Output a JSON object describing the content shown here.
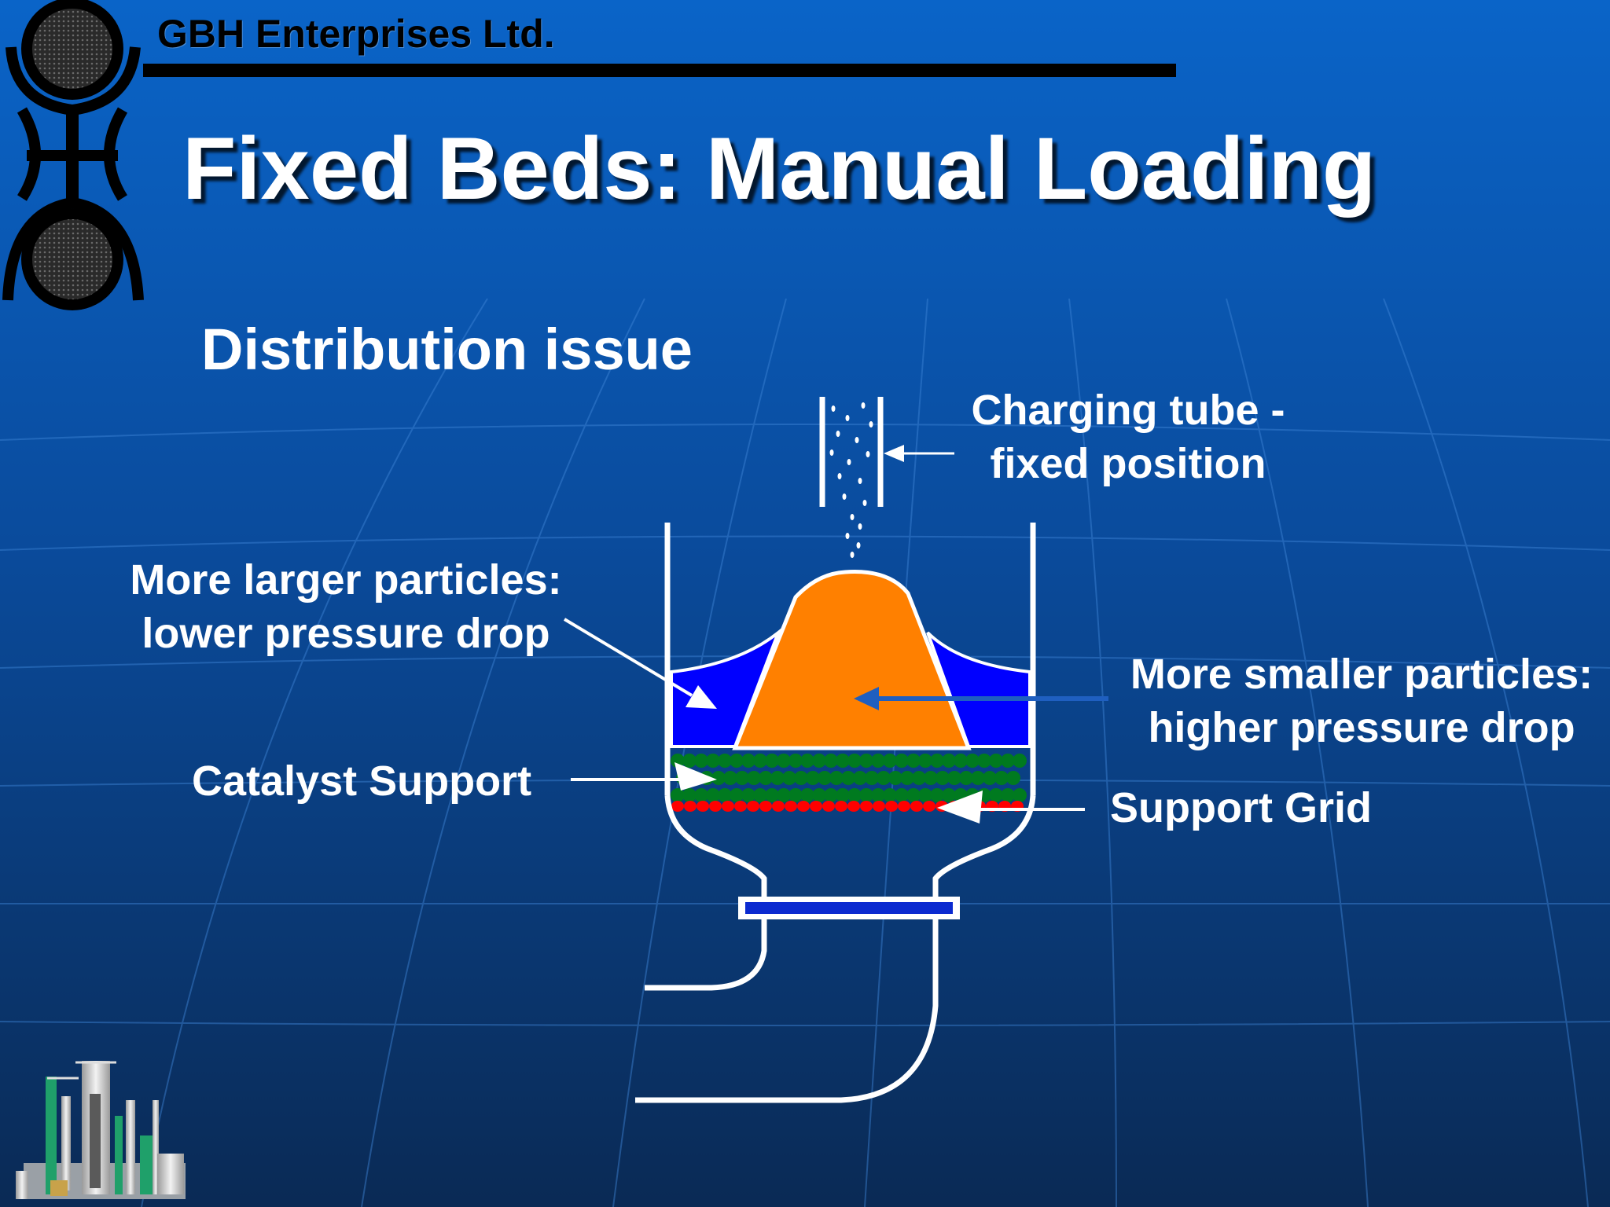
{
  "header": {
    "company": "GBH Enterprises Ltd.",
    "title": "Fixed Beds: Manual Loading"
  },
  "main": {
    "subtitle": "Distribution issue",
    "labels": {
      "charging_tube": [
        "Charging tube -",
        "fixed position"
      ],
      "larger_particles": [
        "More larger particles:",
        "lower pressure drop"
      ],
      "smaller_particles": [
        "More smaller particles:",
        "higher pressure drop"
      ],
      "catalyst_support": "Catalyst Support",
      "support_grid": "Support Grid"
    }
  },
  "colors": {
    "background_top": "#0a5fc4",
    "background_bottom": "#0a2a55",
    "vessel_outline": "#ffffff",
    "large_particles": "#0000ff",
    "small_particle_cone": "#ff8000",
    "catalyst_support_balls": "#007a1f",
    "support_grid": "#ff0000",
    "pointer_arrow": "#1f5fc0"
  },
  "icons": {
    "logo": "gbh-logo-icon",
    "refinery": "refinery-plant-icon"
  }
}
